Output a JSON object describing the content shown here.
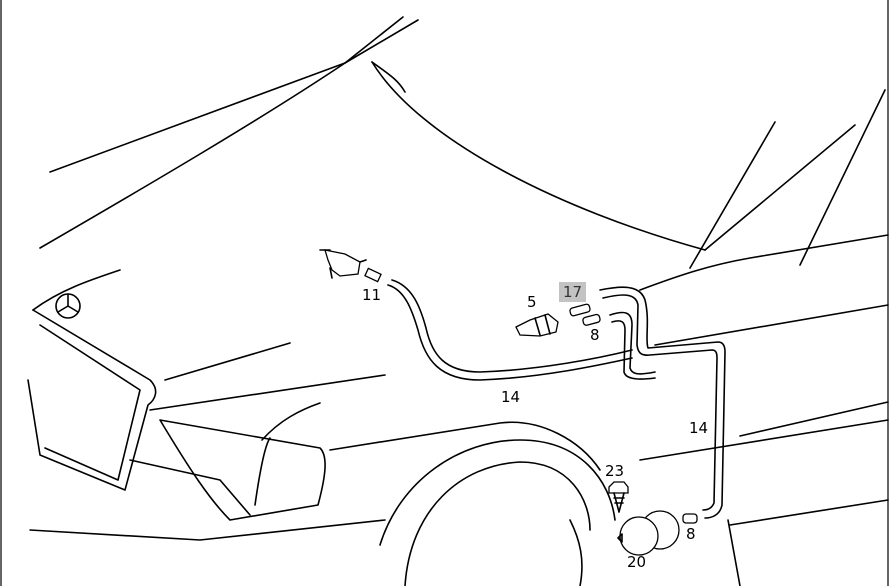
{
  "diagram": {
    "callouts": [
      {
        "id": "11",
        "label": "11"
      },
      {
        "id": "5",
        "label": "5"
      },
      {
        "id": "17",
        "label": "17",
        "highlighted": true
      },
      {
        "id": "8a",
        "label": "8"
      },
      {
        "id": "14a",
        "label": "14"
      },
      {
        "id": "14b",
        "label": "14"
      },
      {
        "id": "23",
        "label": "23"
      },
      {
        "id": "8b",
        "label": "8"
      },
      {
        "id": "20",
        "label": "20"
      }
    ],
    "highlight_color": "#c3c3c3"
  }
}
